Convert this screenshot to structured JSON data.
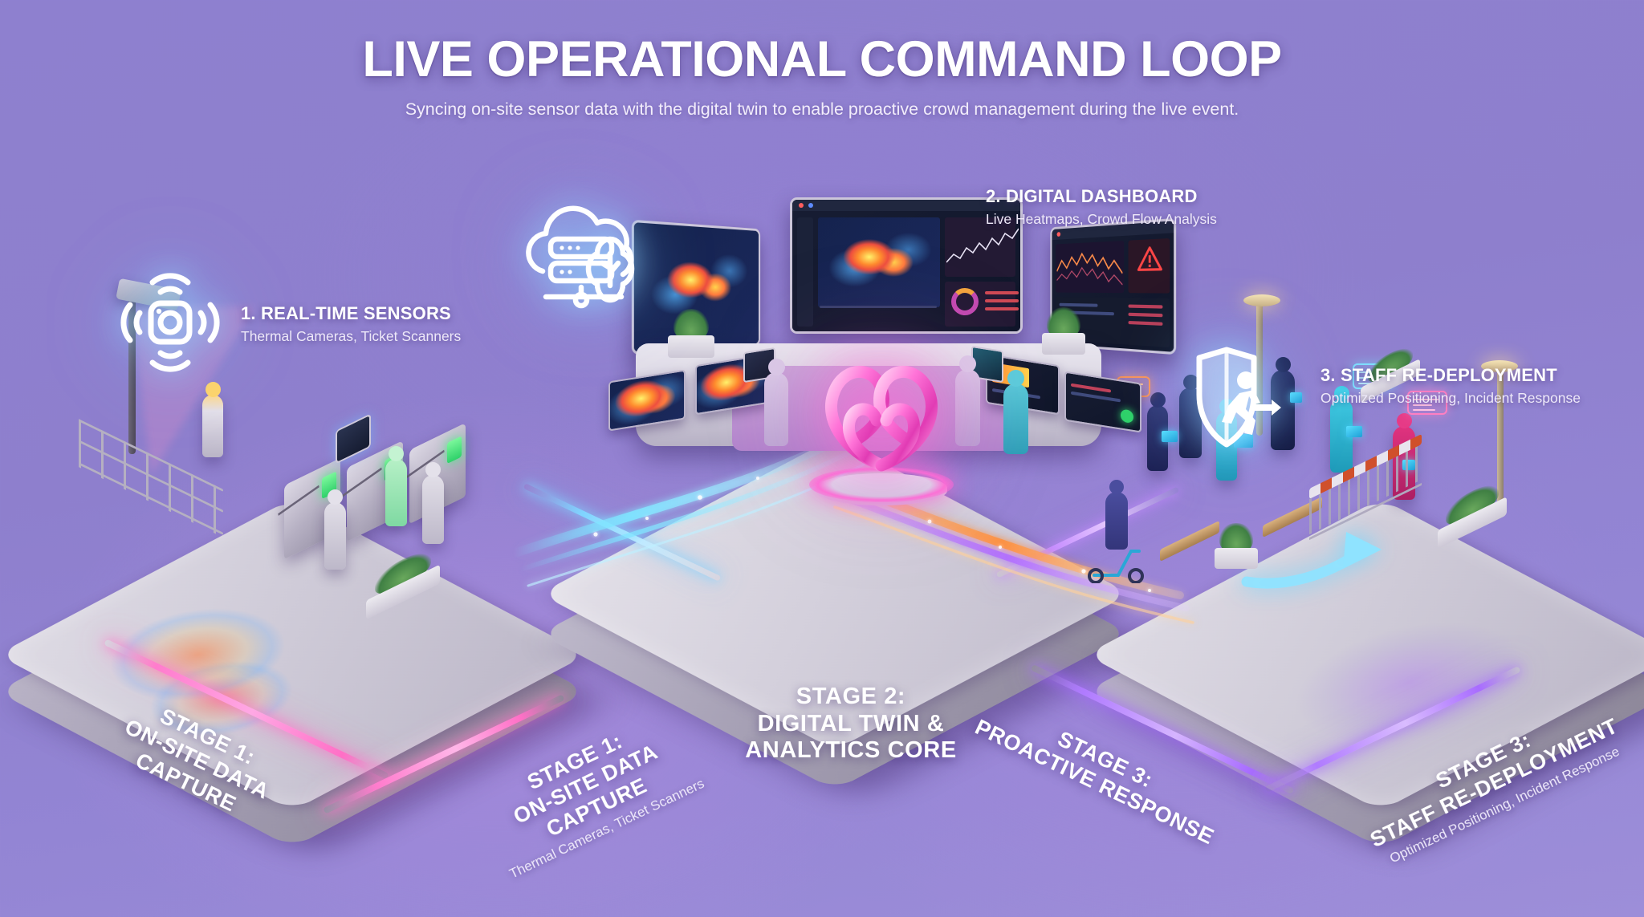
{
  "header": {
    "title": "LIVE OPERATIONAL COMMAND LOOP",
    "subtitle": "Syncing on-site sensor data with the digital twin to enable proactive crowd management during the live event."
  },
  "callouts": [
    {
      "id": "real-time-sensors",
      "title": "1. REAL-TIME SENSORS",
      "subtitle": "Thermal Cameras, Ticket Scanners",
      "icon": "sensor-waves-icon"
    },
    {
      "id": "digital-dashboard",
      "title": "2. DIGITAL DASHBOARD",
      "subtitle": "Live Heatmaps, Crowd Flow Analysis",
      "icon": "cloud-server-brain-icon"
    },
    {
      "id": "staff-redeployment",
      "title": "3. STAFF RE-DEPLOYMENT",
      "subtitle": "Optimized Positioning, Incident Response",
      "icon": "shield-running-person-icon"
    }
  ],
  "stage_labels": {
    "stage1_left": {
      "line1": "STAGE 1:",
      "line2": "ON-SITE DATA CAPTURE"
    },
    "stage1_right": {
      "line1": "STAGE 1:",
      "line2": "ON-SITE DATA CAPTURE",
      "sub": "Thermal Cameras, Ticket Scanners"
    },
    "stage2": {
      "line1": "STAGE 2:",
      "line2": "DIGITAL TWIN &",
      "line3": "ANALYTICS CORE"
    },
    "stage3_left": {
      "line1": "STAGE 3:",
      "line2": "PROACTIVE RESPONSE"
    },
    "stage3_right": {
      "line1": "STAGE 3:",
      "line2": "STAFF RE-DEPLOYMENT",
      "sub": "Optimized Positioning, Incident Response"
    }
  },
  "colors": {
    "background_purple": "#8e80cf",
    "neon_pink": "#ff72c9",
    "neon_violet": "#a86cff",
    "neon_cyan": "#7fd4ff",
    "heat_hot": "#ee4f3f",
    "heat_warm": "#ff8c2e",
    "heat_cool": "#56b4ff",
    "turnstile_green": "#2fd16a",
    "twin_magenta": "#ff6ed7",
    "text_white": "#ffffff",
    "text_muted": "#efeafb"
  },
  "scene": {
    "stage1_elements": [
      "thermal-camera-pole",
      "crowd-heatmap-projection",
      "ticket-turnstiles",
      "ticket-scanner-kiosk",
      "pedestrian-barrier-rail",
      "visitor-figures",
      "planter-box"
    ],
    "stage2_elements": [
      "wall-monitor-left",
      "wall-monitor-center",
      "wall-monitor-right",
      "desk-monitors",
      "control-desk",
      "operator-figures",
      "digital-twin-sculpture",
      "glow-pedestal",
      "planters"
    ],
    "stage3_elements": [
      "security-staff-figures",
      "handheld-tablets",
      "comms-chat-bubbles",
      "crowd-barricade",
      "street-lamps",
      "route-arrow",
      "scooter-patrol",
      "benches",
      "planter-boxes"
    ]
  }
}
